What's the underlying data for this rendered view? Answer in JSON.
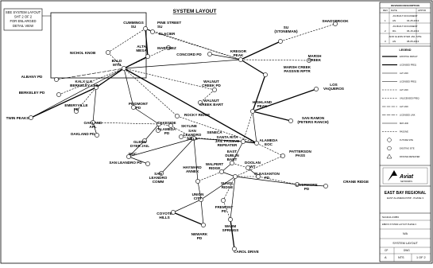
{
  "drawing_title": "SYSTEM LAYOUT",
  "callout_note": [
    "SEE SYSTEM LAYOUT",
    "SHT 2 OF 2",
    "FOR ENLARGED",
    "DETAIL VIEW"
  ],
  "sites": [
    {
      "id": "cummings",
      "lines": [
        "CUMMINGS",
        "SU"
      ]
    },
    {
      "id": "pine-street",
      "lines": [
        "PINE STREET",
        "SU"
      ]
    },
    {
      "id": "glacier",
      "lines": [
        "GLACIER"
      ]
    },
    {
      "id": "nichol-knob",
      "lines": [
        "NICHOL KNOB"
      ]
    },
    {
      "id": "alta-mesa",
      "lines": [
        "ALTA",
        "MESA"
      ]
    },
    {
      "id": "martinez",
      "lines": [
        "MARTINEZ"
      ]
    },
    {
      "id": "concord-pd",
      "lines": [
        "CONCORD PD"
      ]
    },
    {
      "id": "kregor-peak",
      "lines": [
        "KREGOR",
        "PEAK"
      ]
    },
    {
      "id": "stoneman",
      "lines": [
        "SU",
        "(STONEMAN)"
      ]
    },
    {
      "id": "shadybrook",
      "lines": [
        "SHADYBROOK"
      ]
    },
    {
      "id": "marsh-creek",
      "lines": [
        "MARSH",
        "CREEK"
      ]
    },
    {
      "id": "marsh-creek-passive",
      "lines": [
        "MARSH CREEK",
        "PASSIVE RPTR"
      ]
    },
    {
      "id": "albany-pd",
      "lines": [
        "ALBANY PD"
      ]
    },
    {
      "id": "bald-mtn",
      "lines": [
        "BALD",
        "MTN"
      ]
    },
    {
      "id": "kalx",
      "lines": [
        "KALX U.C.",
        "BERKELEY LAB"
      ]
    },
    {
      "id": "berkeley-pd",
      "lines": [
        "BERKELEY PD"
      ]
    },
    {
      "id": "twin-peaks",
      "lines": [
        "TWIN PEAKS"
      ]
    },
    {
      "id": "walnut-creek-pd",
      "lines": [
        "WALNUT",
        "CREEK PD"
      ]
    },
    {
      "id": "walnut-creek-bart",
      "lines": [
        "WALNUT",
        "CREEK BART"
      ]
    },
    {
      "id": "highland-peak",
      "lines": [
        "HIGHLAND",
        "PEAK"
      ]
    },
    {
      "id": "los-vaqueros",
      "lines": [
        "LOS",
        "VAQUEROS"
      ]
    },
    {
      "id": "emeryville-pd",
      "lines": [
        "EMERYVILLE",
        "PD"
      ]
    },
    {
      "id": "piedmont-pd",
      "lines": [
        "PIEDMONT",
        "PD"
      ]
    },
    {
      "id": "oakland-apl",
      "lines": [
        "OAKLAND",
        "APL"
      ]
    },
    {
      "id": "lakeside",
      "lines": [
        "LAKESIDE"
      ]
    },
    {
      "id": "oakland-pd",
      "lines": [
        "OAKLAND PD"
      ]
    },
    {
      "id": "alameda-pd",
      "lines": [
        "ALAMEDA",
        "PD"
      ]
    },
    {
      "id": "rocky-ridge",
      "lines": [
        "ROCKY RIDGE"
      ]
    },
    {
      "id": "skyline",
      "lines": [
        "SKYLINE"
      ]
    },
    {
      "id": "san-ramon",
      "lines": [
        "SAN RAMON",
        "(PETERS RANCH)"
      ]
    },
    {
      "id": "glenn-dyer-jail",
      "lines": [
        "GLENN",
        "DYER JAIL"
      ]
    },
    {
      "id": "msc",
      "lines": [
        "MSC"
      ]
    },
    {
      "id": "san-leandro-hills",
      "lines": [
        "SAN",
        "LEANDRO",
        "HILLS"
      ]
    },
    {
      "id": "seneca",
      "lines": [
        "SENECA"
      ]
    },
    {
      "id": "santa-rita",
      "lines": [
        "SANTA RITA",
        "JAIL PASSIVE",
        "REPEATER"
      ]
    },
    {
      "id": "alameda-eoc",
      "lines": [
        "ALAMEDA",
        "EOC"
      ]
    },
    {
      "id": "patterson-pass",
      "lines": [
        "PATTERSON",
        "PASS"
      ]
    },
    {
      "id": "san-leandro-pd",
      "lines": [
        "SAN LEANDRO PD"
      ]
    },
    {
      "id": "east-dublin-bart",
      "lines": [
        "EAST",
        "DUBLIN",
        "BART"
      ]
    },
    {
      "id": "doolan",
      "lines": [
        "DOOLAN",
        "WT"
      ]
    },
    {
      "id": "san-leandro-comm",
      "lines": [
        "SAN",
        "LEANDRO",
        "COMM"
      ]
    },
    {
      "id": "hayward-annex",
      "lines": [
        "HAYWARD",
        "ANNEX"
      ]
    },
    {
      "id": "walpert-ridge",
      "lines": [
        "WALPERT",
        "RIDGE"
      ]
    },
    {
      "id": "sunol-ridge",
      "lines": [
        "SUNOL",
        "RIDGE"
      ]
    },
    {
      "id": "pleasanton-pd",
      "lines": [
        "PLEASANTON",
        "PD"
      ]
    },
    {
      "id": "livermore-pd",
      "lines": [
        "LIVERMORE",
        "PD"
      ]
    },
    {
      "id": "crane-ridge",
      "lines": [
        "CRANE RIDGE"
      ]
    },
    {
      "id": "union-city",
      "lines": [
        "UNION",
        "CITY"
      ]
    },
    {
      "id": "coyote-hills",
      "lines": [
        "COYOTE",
        "HILLS"
      ]
    },
    {
      "id": "fremont-pd",
      "lines": [
        "FREMONT",
        "PD"
      ]
    },
    {
      "id": "newark-pd",
      "lines": [
        "NEWARK",
        "PD"
      ]
    },
    {
      "id": "warm-springs",
      "lines": [
        "WARM",
        "SPRINGS"
      ]
    },
    {
      "id": "carol-drive",
      "lines": [
        "CAROL DRIVE"
      ]
    }
  ],
  "title_block": {
    "revision_header": "REVISION DESCRIPTION",
    "revision_columns": [
      "REV",
      "DATE",
      "APPVD"
    ],
    "revisions": [
      {
        "desc": "AS BUILT DOCUMENT",
        "rev": "1",
        "by": "AN",
        "date": "04-25-2013"
      },
      {
        "desc": "AS BUILT DOCUMENT",
        "rev": "2",
        "by": "RG",
        "date": "06-15-2013"
      },
      {
        "desc": "ADD GLENN DYER JAIL SITE",
        "rev": "3",
        "by": "AN",
        "date": "08-05-2013"
      }
    ],
    "legend_header": "LEGEND",
    "legend_items": [
      "EXISTING MW/ALT",
      "LICENSED FREQ",
      "ALT LINK",
      "LICENSED FREQ",
      "ALT LINK",
      "UNLICENSED FREQ",
      "ALT LINK",
      "LICENSED LINK",
      "MW LINK",
      "PASSIVE",
      "FUTURE SITE",
      "EXISTING SITE",
      "PASSIVE REPEATER"
    ],
    "company": "Aviat",
    "company_sub": "NETWORKS",
    "project_title": "EAST BAY REGIONAL",
    "project_subtitle": "EAST ALAMEDA P25P - PHASE 3",
    "drawing_number": "NA11111-01884",
    "drawing_note": "EBRCS SYSTEM LAYOUT PHASE 3",
    "scale_label": "N/A",
    "sheet_title": "SYSTEM LAYOUT",
    "bottom_labels": [
      "CP",
      "DWG"
    ],
    "bottom_values": [
      "A",
      "NTS",
      "1 OF 2"
    ]
  }
}
